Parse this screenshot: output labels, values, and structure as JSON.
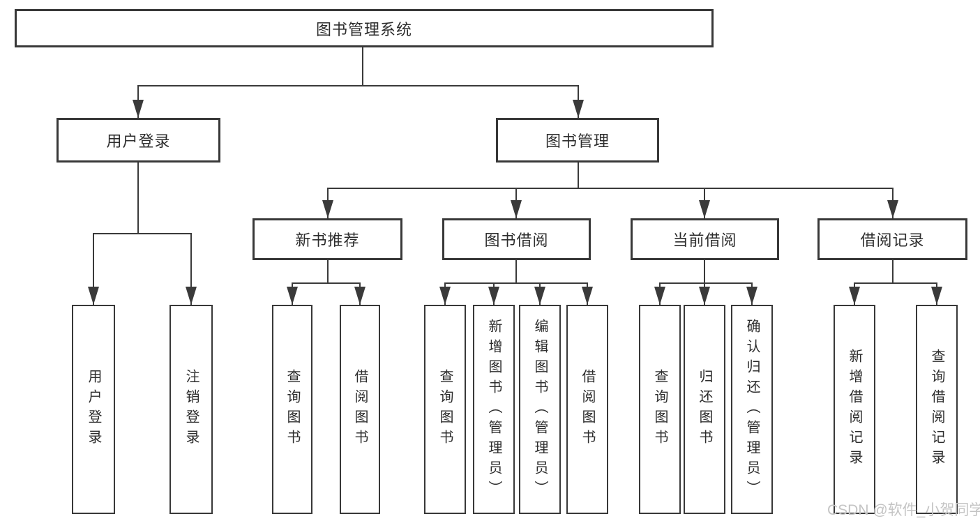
{
  "diagram_type": "hierarchy-tree",
  "tree": {
    "label": "图书管理系统",
    "children": [
      {
        "label": "用户登录",
        "children": [
          {
            "label": "用户登录"
          },
          {
            "label": "注销登录"
          }
        ]
      },
      {
        "label": "图书管理",
        "children": [
          {
            "label": "新书推荐",
            "children": [
              {
                "label": "查询图书"
              },
              {
                "label": "借阅图书"
              }
            ]
          },
          {
            "label": "图书借阅",
            "children": [
              {
                "label": "查询图书"
              },
              {
                "label": "新增图书（管理员）"
              },
              {
                "label": "编辑图书（管理员）"
              },
              {
                "label": "借阅图书"
              }
            ]
          },
          {
            "label": "当前借阅",
            "children": [
              {
                "label": "查询图书"
              },
              {
                "label": "归还图书"
              },
              {
                "label": "确认归还（管理员）"
              }
            ]
          },
          {
            "label": "借阅记录",
            "children": [
              {
                "label": "新增借阅记录"
              },
              {
                "label": "查询借阅记录"
              }
            ]
          }
        ]
      }
    ]
  },
  "watermark": {
    "text": "CSDN @软件_小贺同学"
  },
  "colors": {
    "background": "#ffffff",
    "box_border": "#383838",
    "line": "#3a3a3a",
    "text": "#2d2d2d",
    "watermark": "#c4c4c4"
  }
}
